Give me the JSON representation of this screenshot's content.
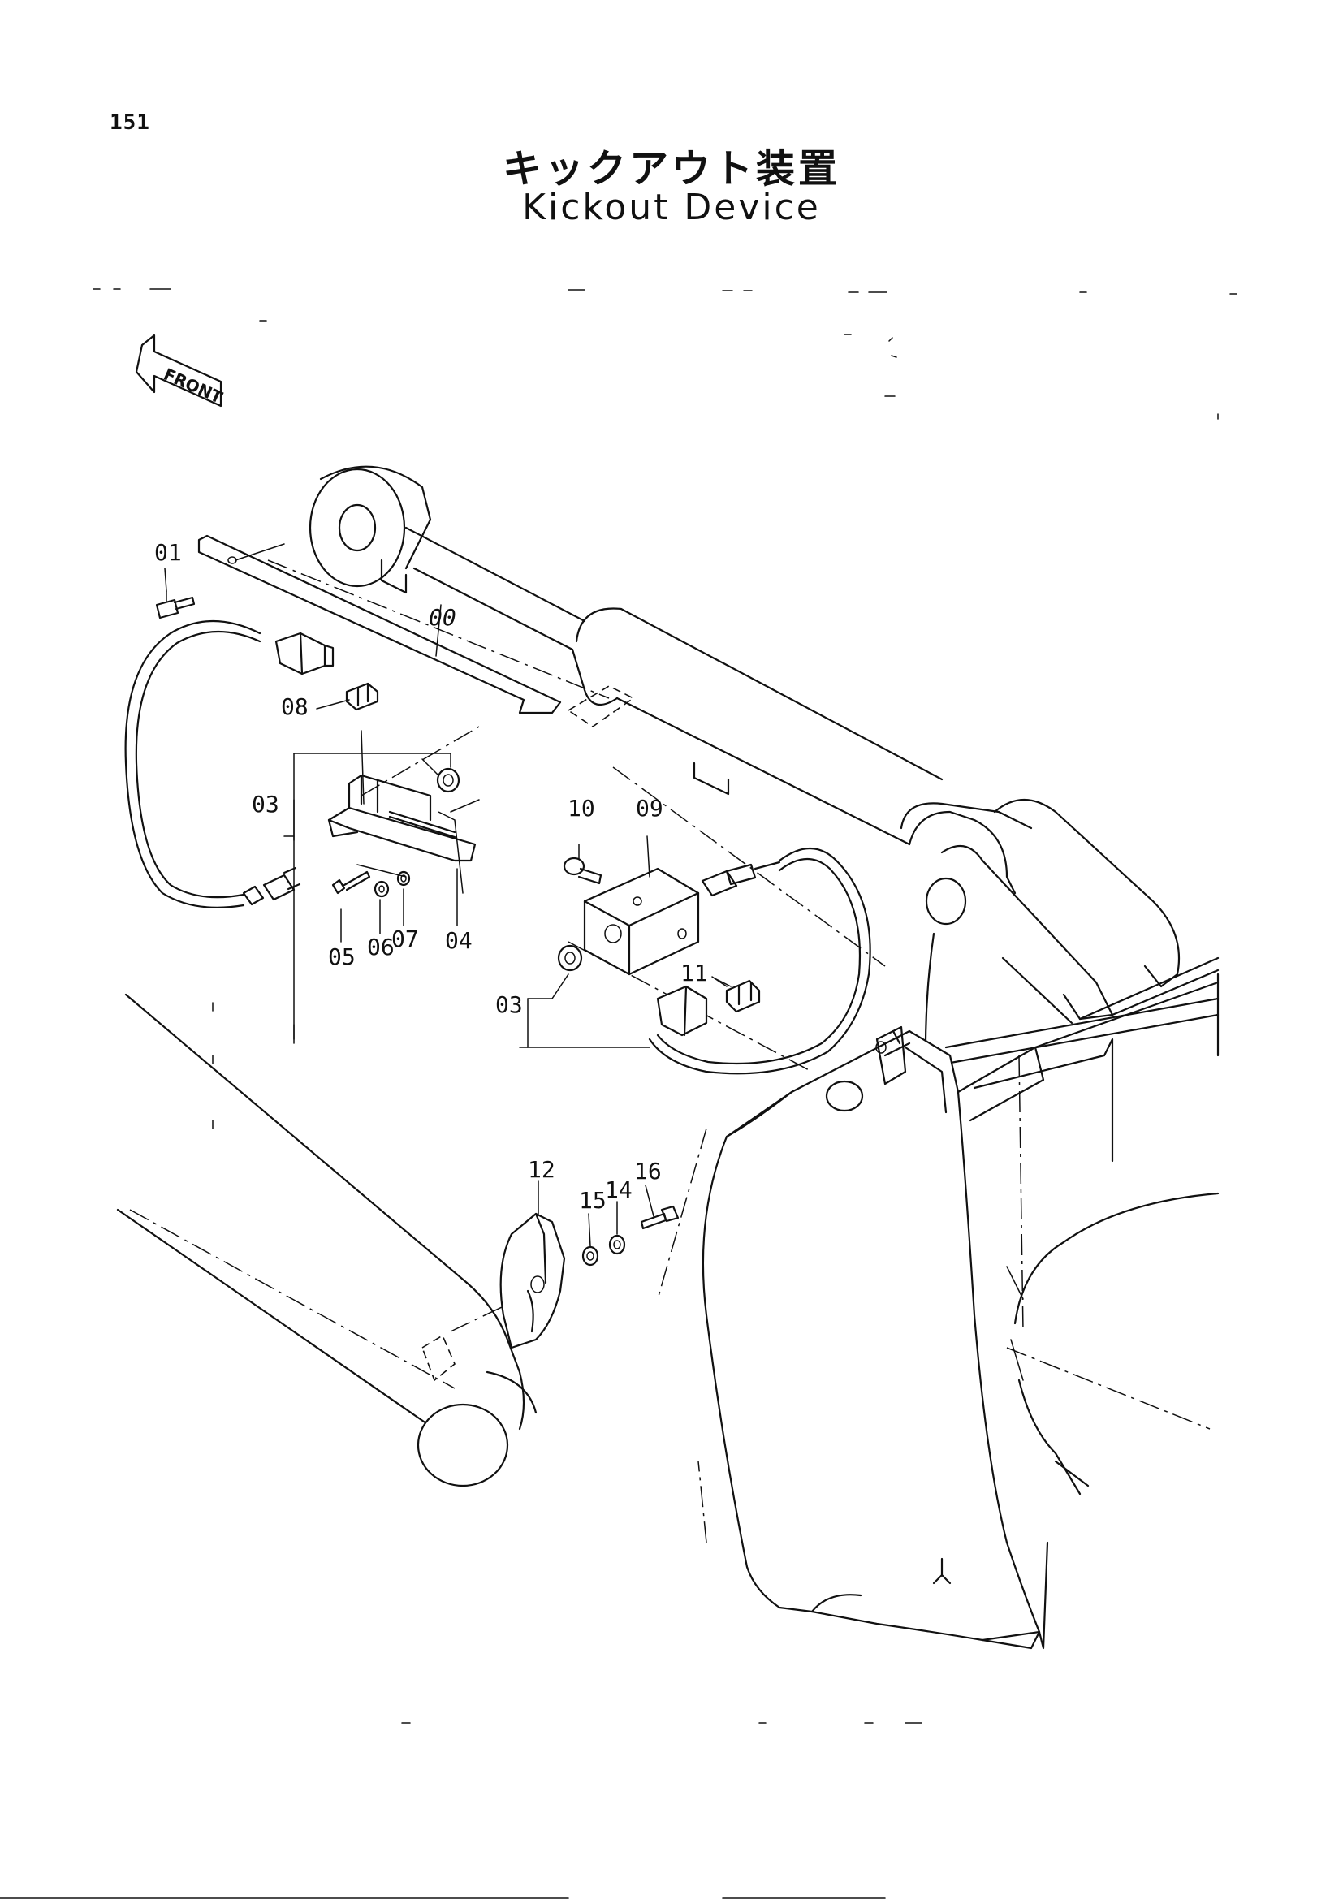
{
  "page_number": "151",
  "title_jp": "キックアウト装置",
  "title_en": "Kickout Device",
  "direction_marker": "FRONT",
  "callouts": {
    "c00": "00",
    "c01": "01",
    "c03a": "03",
    "c03b": "03",
    "c04": "04",
    "c05": "05",
    "c06": "06",
    "c07": "07",
    "c08": "08",
    "c09": "09",
    "c10": "10",
    "c11": "11",
    "c12": "12",
    "c14": "14",
    "c15": "15",
    "c16": "16"
  }
}
